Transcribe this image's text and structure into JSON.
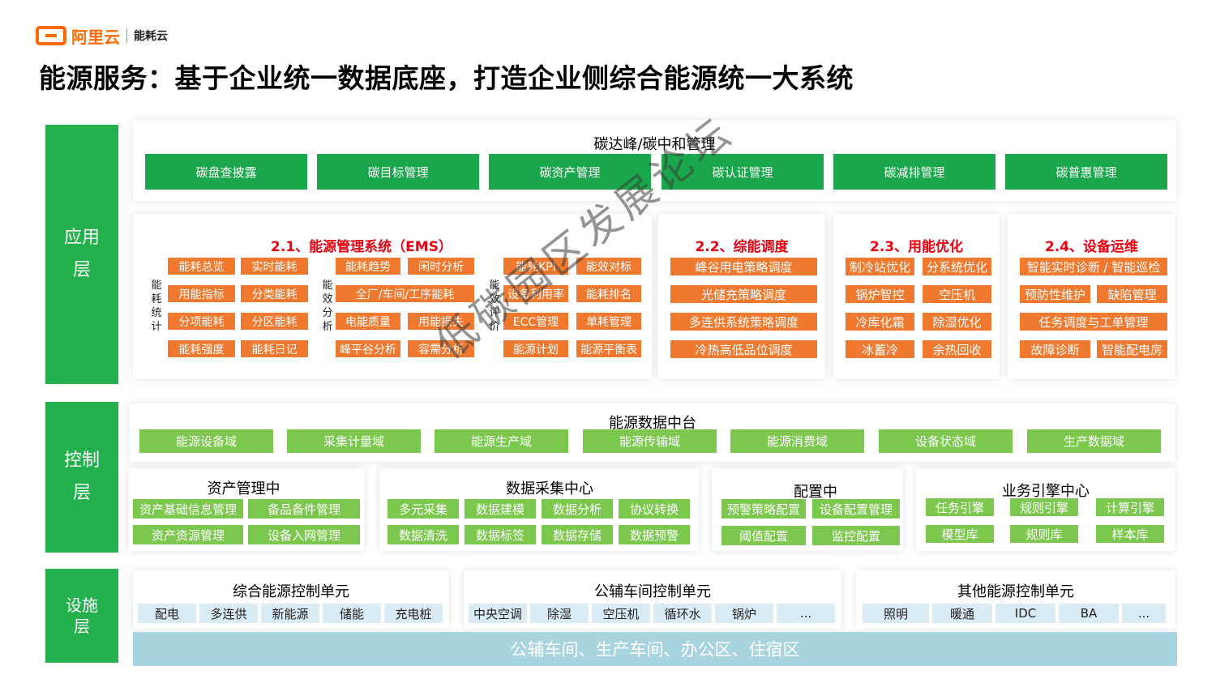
{
  "logo": {
    "brand": "阿里云",
    "sub": "能耗云"
  },
  "title": "能源服务：基于企业统一数据底座，打造企业侧综合能源统一大系统",
  "layers": {
    "app": "应用层",
    "control": "控制层",
    "facility": "设施层"
  },
  "carbon": {
    "title": "碳达峰/碳中和管理",
    "items": [
      "碳盘查披露",
      "碳目标管理",
      "碳资产管理",
      "碳认证管理",
      "碳减排管理",
      "碳普惠管理"
    ]
  },
  "ems": {
    "title": "2.1、能源管理系统（EMS）",
    "groups": [
      {
        "label": "能耗统计",
        "items": [
          "能耗总览",
          "实时能耗",
          "用能指标",
          "分类能耗",
          "分项能耗",
          "分区能耗",
          "能耗强度",
          "能耗日记"
        ]
      },
      {
        "label": "能效分析",
        "items": [
          "能耗趋势",
          "闲时分析",
          "全厂/车间/工序能耗",
          "电能质量",
          "用能损失",
          "峰平谷分析",
          "容需分析"
        ]
      },
      {
        "label": "能效评价",
        "items": [
          "能耗KPI",
          "能效对标",
          "设备利用率",
          "能耗排名",
          "ECC管理",
          "单耗管理",
          "能源计划",
          "能源平衡表"
        ]
      }
    ]
  },
  "dispatch": {
    "title": "2.2、综能调度",
    "items": [
      "峰谷用电策略调度",
      "光储充策略调度",
      "多连供系统策略调度",
      "冷热高低品位调度"
    ]
  },
  "optimize": {
    "title": "2.3、用能优化",
    "items": [
      "制冷站优化",
      "分系统优化",
      "锅炉智控",
      "空压机",
      "冷库化霜",
      "除湿优化",
      "冰蓄冷",
      "余热回收"
    ]
  },
  "maintain": {
    "title": "2.4、设备运维",
    "items": [
      "智能实时诊断 / 智能巡检",
      "预防性维护",
      "缺陷管理",
      "任务调度与工单管理",
      "故障诊断",
      "智能配电房"
    ]
  },
  "data_platform": {
    "title": "能源数据中台",
    "items": [
      "能源设备域",
      "采集计量域",
      "能源生产域",
      "能源传输域",
      "能源消费域",
      "设备状态域",
      "生产数据域"
    ]
  },
  "asset": {
    "title": "资产管理中",
    "items": [
      "资产基础信息管理",
      "备品备件管理",
      "资产资源管理",
      "设备入网管理"
    ]
  },
  "collect": {
    "title": "数据采集中心",
    "items": [
      "多元采集",
      "数据建模",
      "数据分析",
      "协议转换",
      "数据清洗",
      "数据标签",
      "数据存储",
      "数据预警"
    ]
  },
  "config": {
    "title": "配置中",
    "items": [
      "预警策略配置",
      "设备配置管理",
      "阈值配置",
      "监控配置"
    ]
  },
  "engine": {
    "title": "业务引擎中心",
    "items": [
      "任务引擎",
      "规则引擎",
      "计算引擎",
      "模型库",
      "规则库",
      "样本库"
    ]
  },
  "units": [
    {
      "title": "综合能源控制单元",
      "items": [
        "配电",
        "多连供",
        "新能源",
        "储能",
        "充电桩"
      ]
    },
    {
      "title": "公辅车间控制单元",
      "items": [
        "中央空调",
        "除湿",
        "空压机",
        "循环水",
        "锅炉",
        "..."
      ]
    },
    {
      "title": "其他能源控制单元",
      "items": [
        "照明",
        "暖通",
        "IDC",
        "BA",
        "..."
      ]
    }
  ],
  "bottom_bar": "公辅车间、生产车间、办公区、住宿区",
  "watermark": "低碳园区发展论坛",
  "colors": {
    "green": "#22b14c",
    "light_green": "#7cc84e",
    "orange": "#f0792f",
    "red": "#e60012",
    "blue_bar": "#a8d4df"
  }
}
